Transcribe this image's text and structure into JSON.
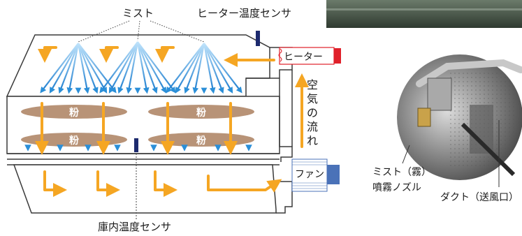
{
  "labels": {
    "mist": "ミスト",
    "heater_temp_sensor": "ヒーター温度センサ",
    "heater": "ヒーター",
    "airflow": "空気の流れ",
    "fan": "ファン",
    "chamber_temp_sensor": "庫内温度センサ",
    "powder": "粉",
    "mist_nozzle_line1": "ミスト（霧）",
    "mist_nozzle_line2": "噴霧ノズル",
    "duct": "ダクト（送風口）"
  },
  "colors": {
    "arrow_orange": "#f5a623",
    "mist_blue": "#2b8fd8",
    "powder_tray": "#b89377",
    "heater_red": "#e0202a",
    "fan_blue": "#4a72b8",
    "sensor_navy": "#1d2a6e",
    "outline": "#3a3a3a"
  }
}
